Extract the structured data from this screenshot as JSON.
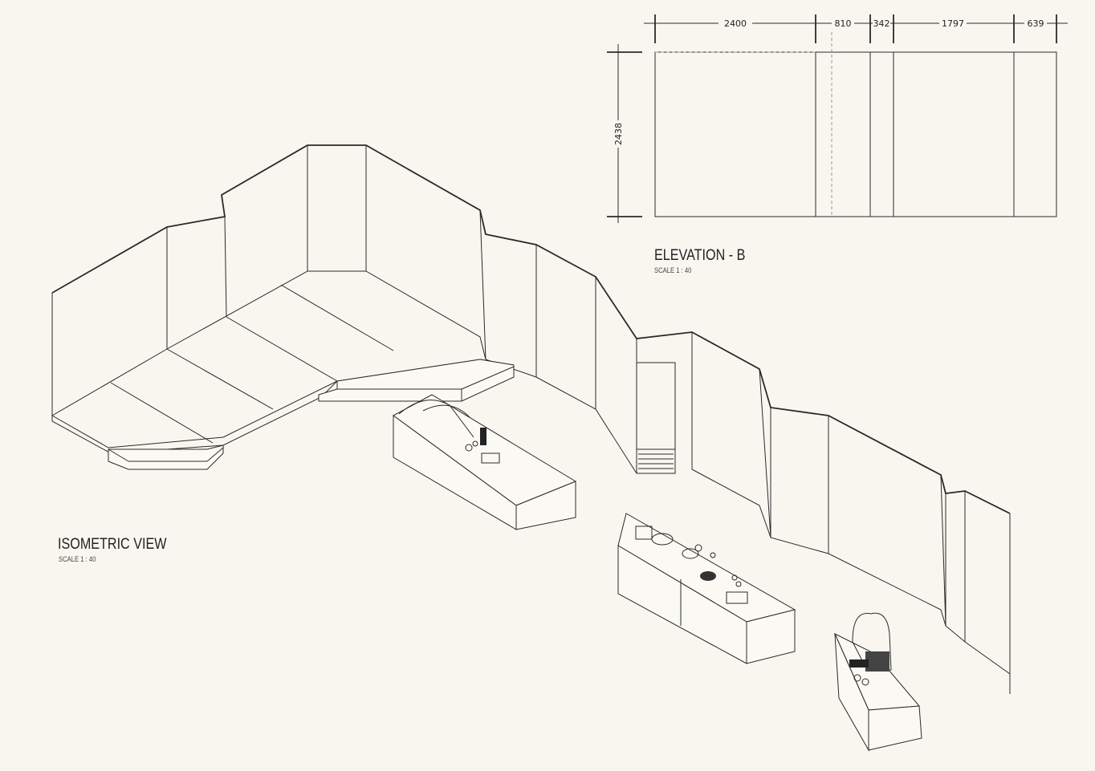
{
  "elevation": {
    "title": "ELEVATION - B",
    "scale": "SCALE   1 : 40",
    "widths": [
      "2400",
      "810",
      "342",
      "1797",
      "639"
    ],
    "height": "2438"
  },
  "isometric": {
    "title": "ISOMETRIC VIEW",
    "scale": "SCALE   1 : 40"
  }
}
